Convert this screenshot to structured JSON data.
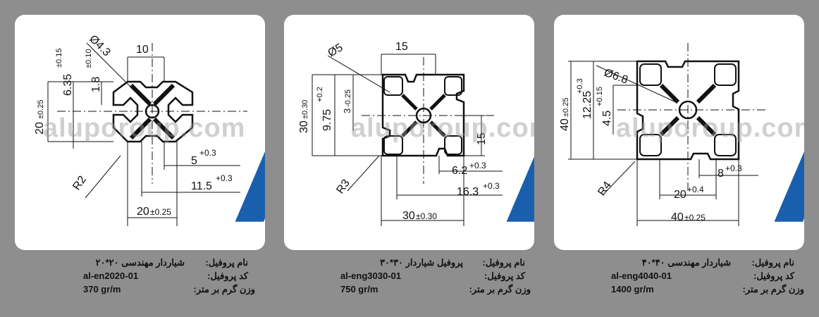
{
  "profiles": [
    {
      "name_label": "نام پروفیل:",
      "name_value": "شیاردار مهندسی ۲۰*۲۰",
      "code_label": "کد پروفیل:",
      "code_value": "al-en2020-01",
      "weight_label": "وزن گرم بر متر:",
      "weight_value": "370 gr/m",
      "dims": [
        "Ø4.3",
        "10",
        "6.35",
        "±0.15",
        "1.8",
        "±0.10",
        "20",
        "±0.25",
        "R2",
        "5",
        "+0.3",
        "11.5",
        "+0.3",
        "20",
        "±0.25"
      ]
    },
    {
      "name_label": "نام پروفیل:",
      "name_value": "پروفیل شیاردار ۳۰*۳۰",
      "code_label": "کد پروفیل:",
      "code_value": "al-eng3030-01",
      "weight_label": "وزن گرم بر متر:",
      "weight_value": "750 gr/m",
      "dims": [
        "15",
        "Ø5",
        "30",
        "±0.30",
        "9.75",
        "+0.2",
        "3",
        "-0.25",
        "15",
        "R3",
        "6.2",
        "+0.3",
        "16.3",
        "+0.3",
        "30",
        "±0.30"
      ]
    },
    {
      "name_label": "نام پروفیل:",
      "name_value": "شیاردار مهندسی ۴۰*۴۰",
      "code_label": "کد پروفیل:",
      "code_value": "al-eng4040-01",
      "weight_label": "وزن گرم بر متر:",
      "weight_value": "1400 gr/m",
      "dims": [
        "Ø6.8",
        "40",
        "±0.25",
        "12.25",
        "+0.3",
        "4.5",
        "+0.15",
        "8",
        "+0.3",
        "R4",
        "20",
        "+0.4",
        "40",
        "±0.25"
      ]
    }
  ],
  "watermark": "aluporoup.com",
  "colors": {
    "background": "#8e8e8e",
    "panel": "#ffffff",
    "logo_blue": "#1a5fae",
    "logo_green": "#19a45a",
    "ink": "#111111"
  },
  "icons": [
    "company-logo-icon"
  ]
}
